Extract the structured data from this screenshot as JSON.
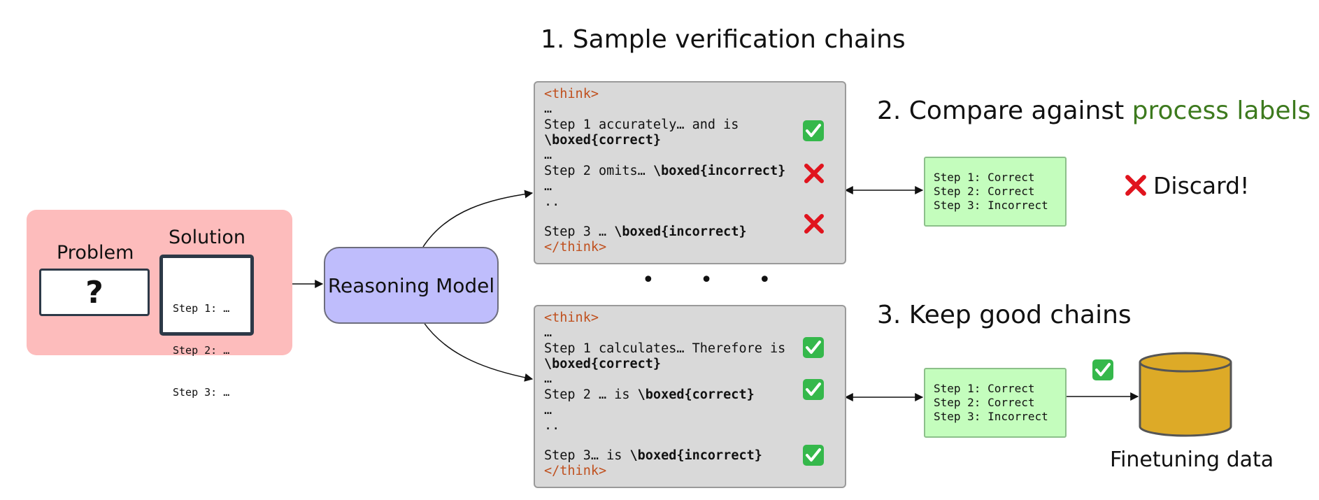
{
  "titles": {
    "step1": "1. Sample verification chains",
    "step2_prefix": "2. Compare against ",
    "step2_highlight": "process labels",
    "step3": "3. Keep good chains"
  },
  "input": {
    "problem_label": "Problem",
    "problem_symbol": "?",
    "solution_label": "Solution",
    "solution_steps": [
      "Step 1: …",
      "Step 2: …",
      "Step 3: …"
    ]
  },
  "model": {
    "label": "Reasoning Model"
  },
  "chain_top": {
    "open_tag": "<think>",
    "ellipsis": "…",
    "line1a": "Step 1 accurately… and is",
    "line1b": "\\boxed{correct}",
    "line2_pre": "Step 2 omits… ",
    "line2_bold": "\\boxed{incorrect}",
    "ellipsis2": "..",
    "line3_pre": "Step 3 … ",
    "line3_bold": "\\boxed{incorrect}",
    "close_tag": "</think>"
  },
  "separator": "• • •",
  "chain_bottom": {
    "open_tag": "<think>",
    "ellipsis": "…",
    "line1a": "Step 1 calculates… Therefore is",
    "line1b": "\\boxed{correct}",
    "line2_pre": "Step 2 … is ",
    "line2_bold": "\\boxed{correct}",
    "ellipsis2": "..",
    "line3_pre": "Step 3… is ",
    "line3_bold": "\\boxed{incorrect}",
    "close_tag": "</think>"
  },
  "process_labels": [
    "Step 1: Correct",
    "Step 2: Correct",
    "Step 3: Incorrect"
  ],
  "discard_text": "Discard!",
  "database_label": "Finetuning data",
  "colors": {
    "check": "#35b84b",
    "cross": "#e0141e",
    "database": "#ddaa27",
    "tag": "#c0501e",
    "highlight": "#3d7a1e"
  }
}
